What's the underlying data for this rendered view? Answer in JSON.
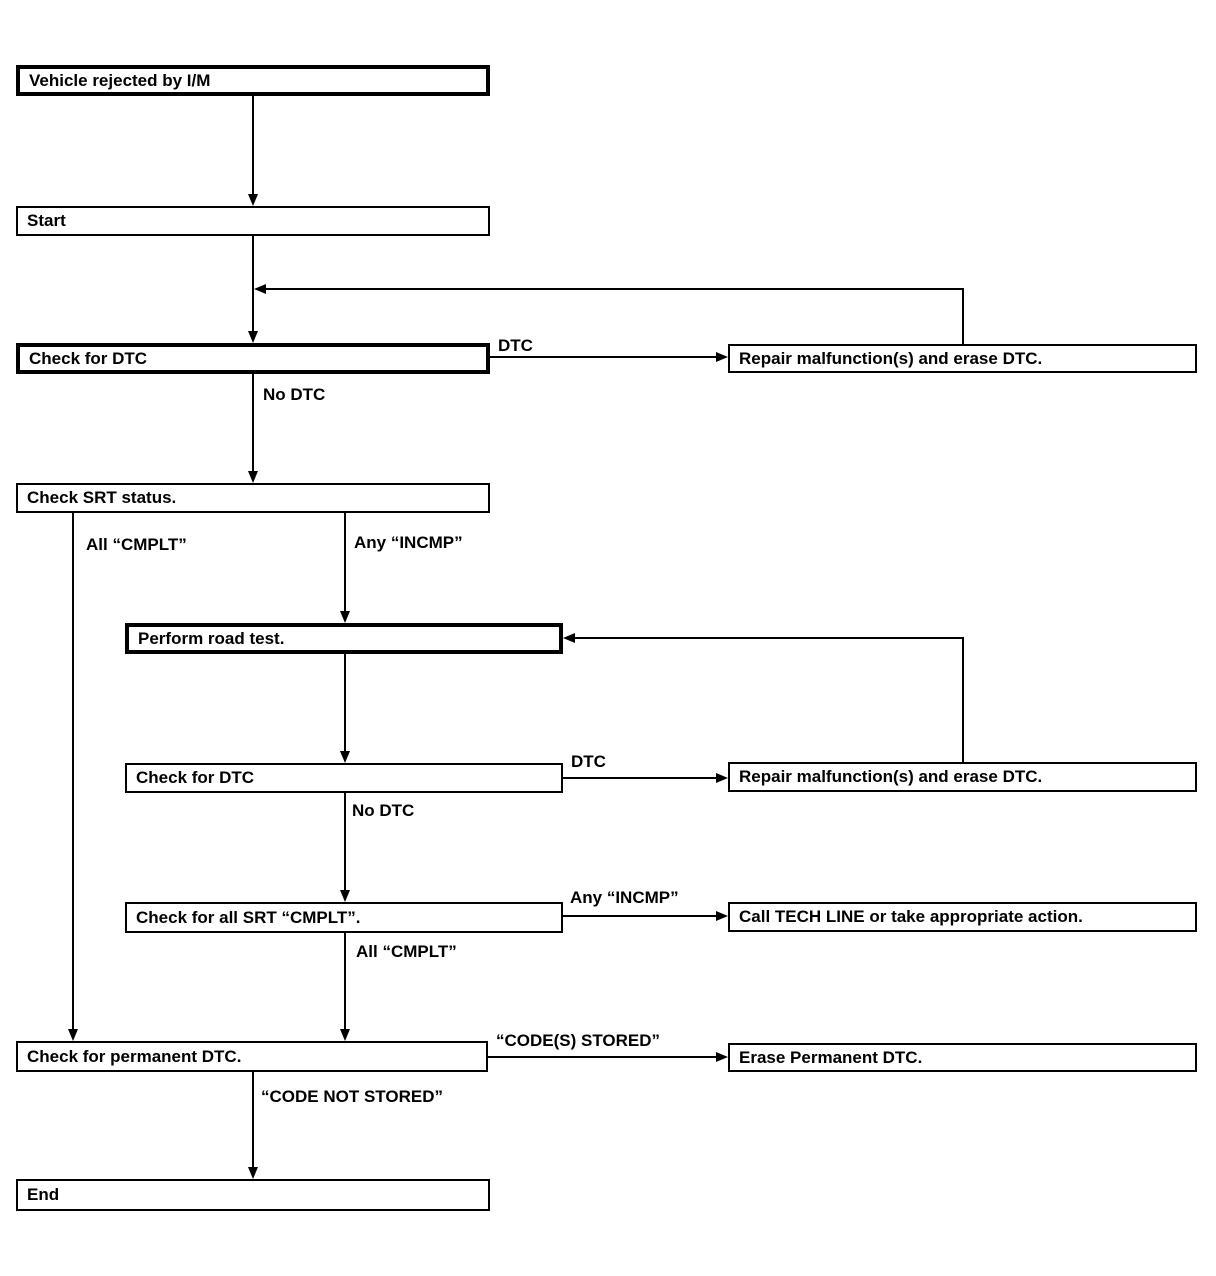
{
  "nodes": {
    "vehicle_rejected": {
      "label": "Vehicle rejected by I/M"
    },
    "start": {
      "label": "Start"
    },
    "check_dtc_1": {
      "label": "Check for DTC"
    },
    "repair_1": {
      "label": "Repair malfunction(s) and erase DTC."
    },
    "check_srt": {
      "label": "Check SRT status."
    },
    "road_test": {
      "label": "Perform road test."
    },
    "check_dtc_2": {
      "label": "Check for DTC"
    },
    "repair_2": {
      "label": "Repair malfunction(s) and erase DTC."
    },
    "check_srt_cmplt": {
      "label": "Check for all SRT “CMPLT”."
    },
    "tech_line": {
      "label": "Call TECH LINE or take appropriate action."
    },
    "check_permanent": {
      "label": "Check for permanent DTC."
    },
    "erase_permanent": {
      "label": "Erase Permanent DTC."
    },
    "end": {
      "label": "End"
    }
  },
  "edge_labels": {
    "dtc_1": "DTC",
    "no_dtc_1": "No DTC",
    "all_cmplt_1": "All “CMPLT”",
    "any_incmp_1": "Any “INCMP”",
    "dtc_2": "DTC",
    "no_dtc_2": "No DTC",
    "any_incmp_2": "Any “INCMP”",
    "all_cmplt_2": "All “CMPLT”",
    "codes_stored": "“CODE(S) STORED”",
    "code_not_stored": "“CODE NOT STORED”"
  },
  "colors": {
    "line": "#000000",
    "background": "#ffffff"
  }
}
